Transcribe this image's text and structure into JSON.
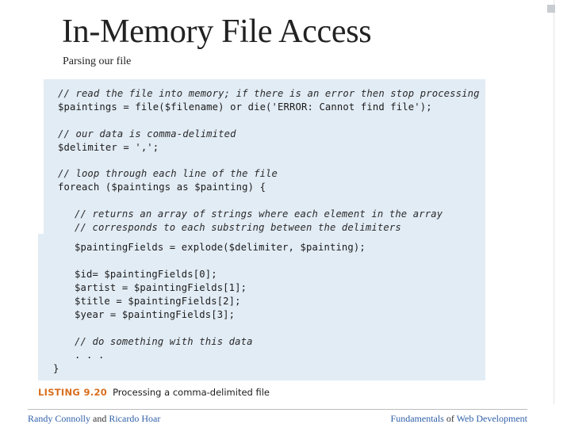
{
  "slide": {
    "title": "In-Memory File Access",
    "subtitle": "Parsing our file"
  },
  "listing": {
    "code_lines": [
      "// read the file into memory; if there is an error then stop processing",
      "$paintings = file($filename) or die('ERROR: Cannot find file');",
      "// our data is comma-delimited",
      "$delimiter = ',';",
      "// loop through each line of the file",
      "foreach ($paintings as $painting) {",
      "// returns an array of strings where each element in the array",
      "// corresponds to each substring between the delimiters",
      "$paintingFields = explode($delimiter, $painting);",
      "$id= $paintingFields[0];",
      "$artist = $paintingFields[1];",
      "$title = $paintingFields[2];",
      "$year = $paintingFields[3];",
      "// do something with this data",
      ". . .",
      "}"
    ],
    "caption_number": "LISTING 9.20",
    "caption_text": "Processing a comma-delimited file"
  },
  "footer": {
    "author1": "Randy Connolly",
    "and": "and",
    "author2": "Ricardo Hoar",
    "book_part1": "Fundamentals",
    "book_of": "of",
    "book_part2": "Web Development"
  },
  "colors": {
    "code_background": "#e2ecf5",
    "caption_accent": "#d86f1f",
    "footer_link": "#2f5fa8"
  }
}
